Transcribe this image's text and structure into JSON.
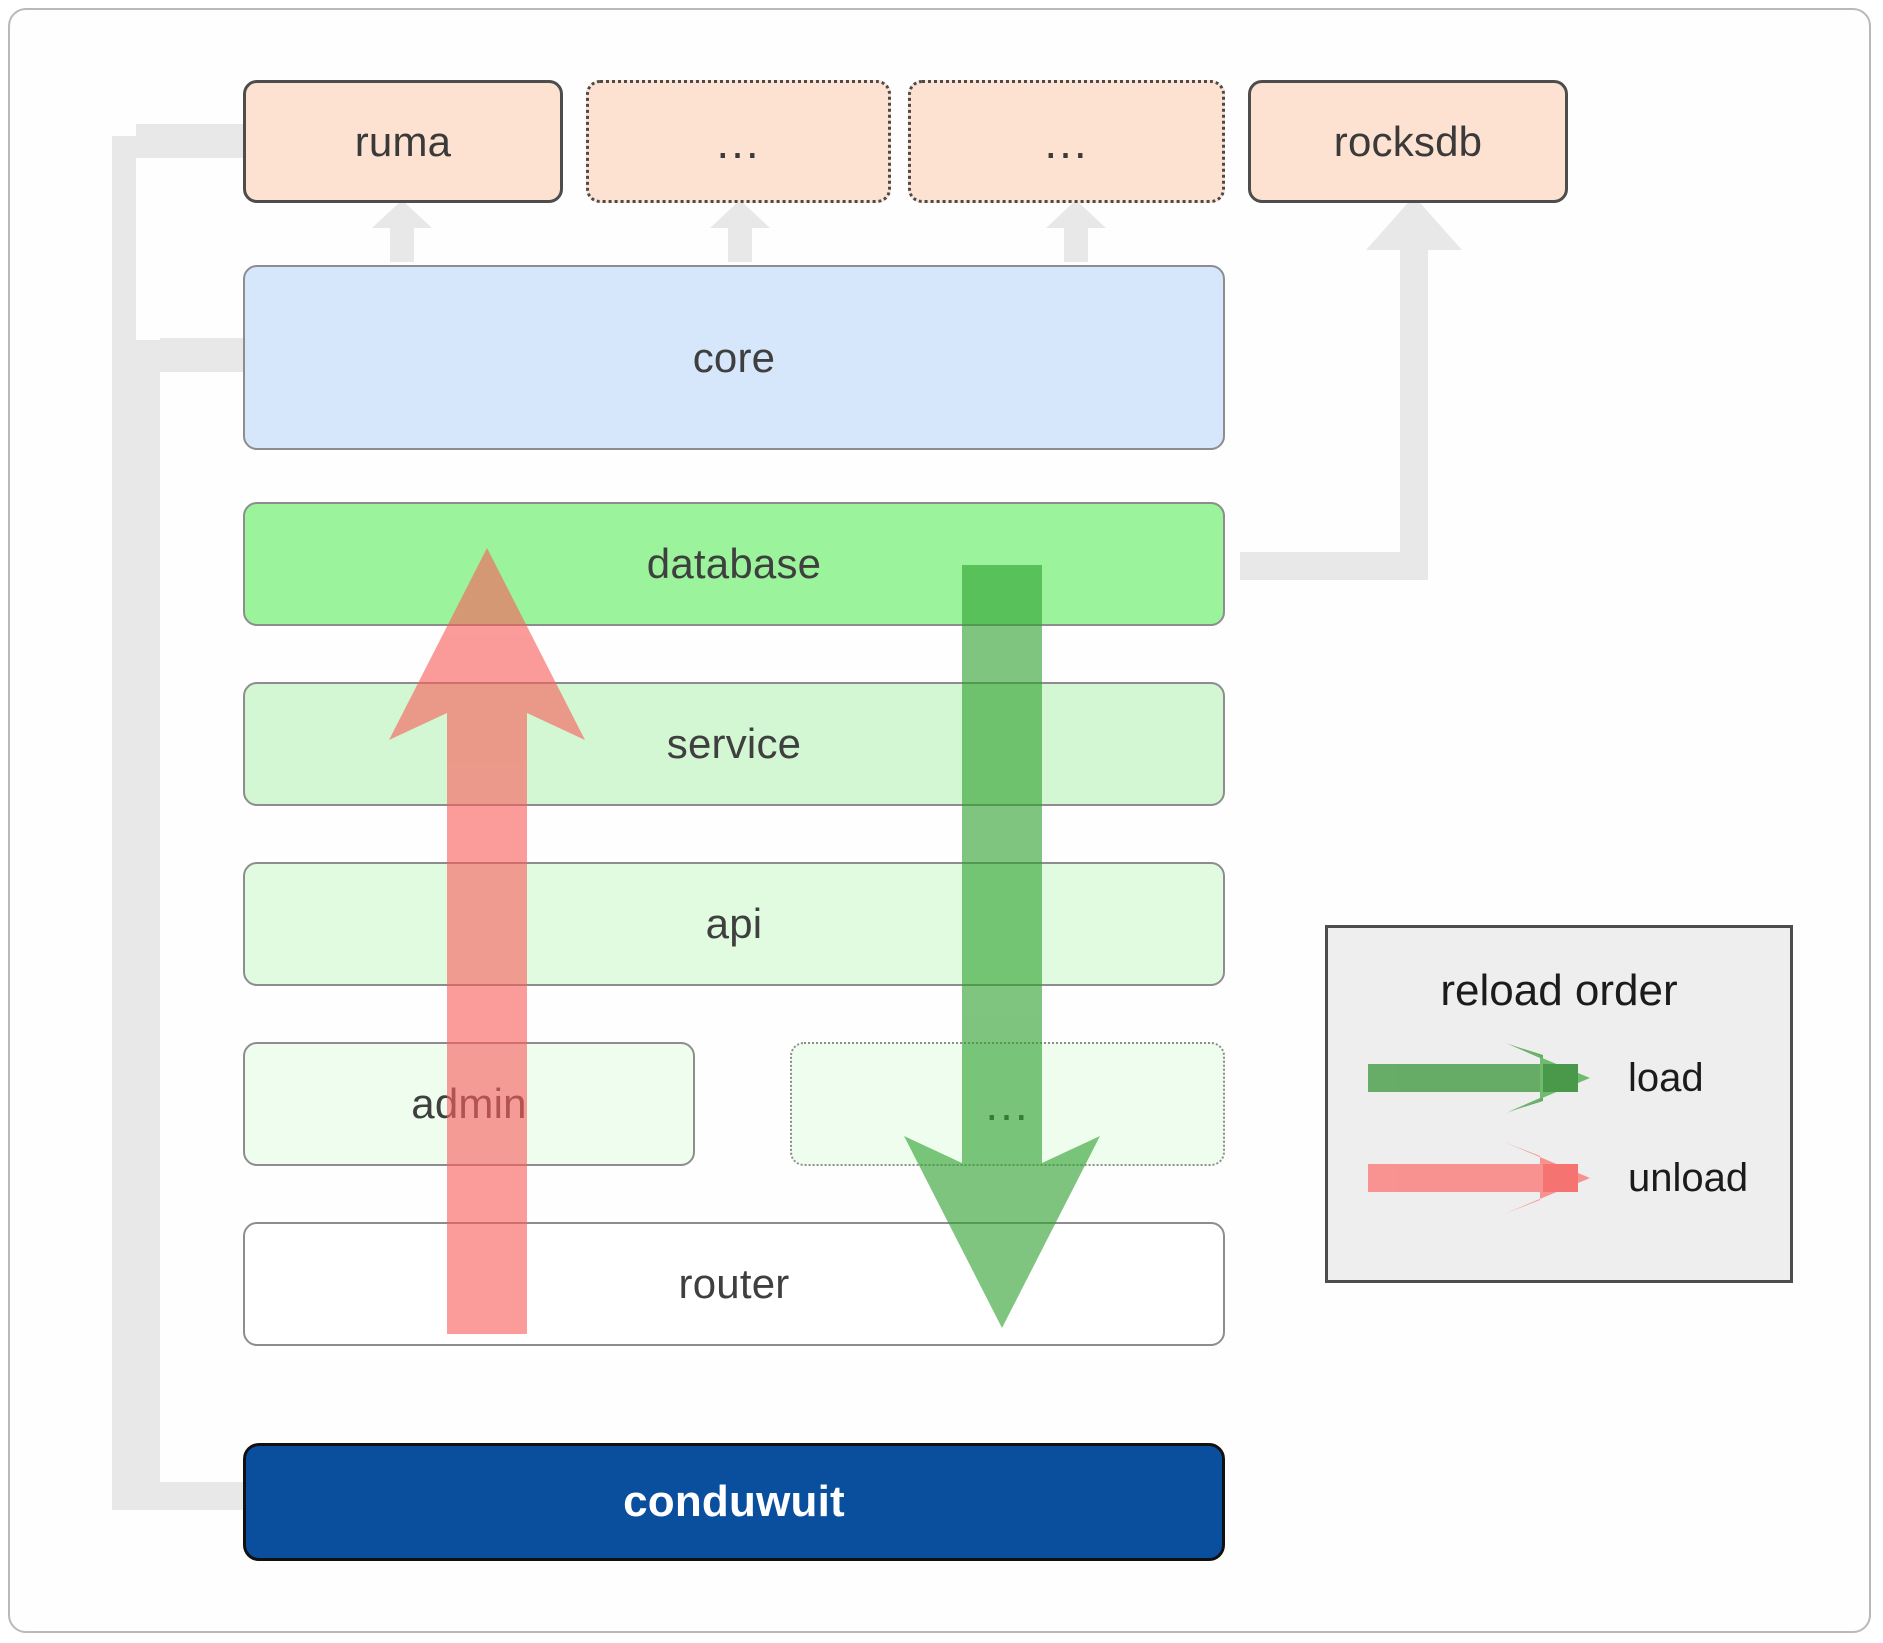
{
  "diagram": {
    "title": "conduwuit crate / reload order architecture",
    "dependencies": [
      {
        "id": "ruma",
        "label": "ruma",
        "style": "solid"
      },
      {
        "id": "dep2",
        "label": "...",
        "style": "dotted"
      },
      {
        "id": "dep3",
        "label": "...",
        "style": "dotted"
      },
      {
        "id": "rocksdb",
        "label": "rocksdb",
        "style": "solid"
      }
    ],
    "layers": [
      {
        "id": "core",
        "label": "core",
        "style": "solid"
      },
      {
        "id": "database",
        "label": "database",
        "style": "solid"
      },
      {
        "id": "service",
        "label": "service",
        "style": "solid"
      },
      {
        "id": "api",
        "label": "api",
        "style": "solid"
      },
      {
        "id": "admin",
        "label": "admin",
        "style": "solid"
      },
      {
        "id": "more",
        "label": "...",
        "style": "dotted"
      },
      {
        "id": "router",
        "label": "router",
        "style": "solid"
      }
    ],
    "application": {
      "id": "conduwuit",
      "label": "conduwuit"
    },
    "legend": {
      "title": "reload order",
      "entries": [
        {
          "id": "load",
          "label": "load",
          "color": "#5cb35c"
        },
        {
          "id": "unload",
          "label": "unload",
          "color": "#f98280"
        }
      ]
    },
    "colors": {
      "dependency_fill": "#fde2d1",
      "core_fill": "#d6e7fb",
      "database_fill": "#9bf39b",
      "service_fill": "#d2f7d2",
      "api_fill": "#e0fbe0",
      "admin_fill": "#effdef",
      "router_fill": "#ffffff",
      "app_fill": "#0a4f9e",
      "legend_fill": "#eeeeee",
      "connector": "#e8e8e8",
      "load_arrow": "#4fa14f",
      "unload_arrow": "#f9726f"
    }
  }
}
